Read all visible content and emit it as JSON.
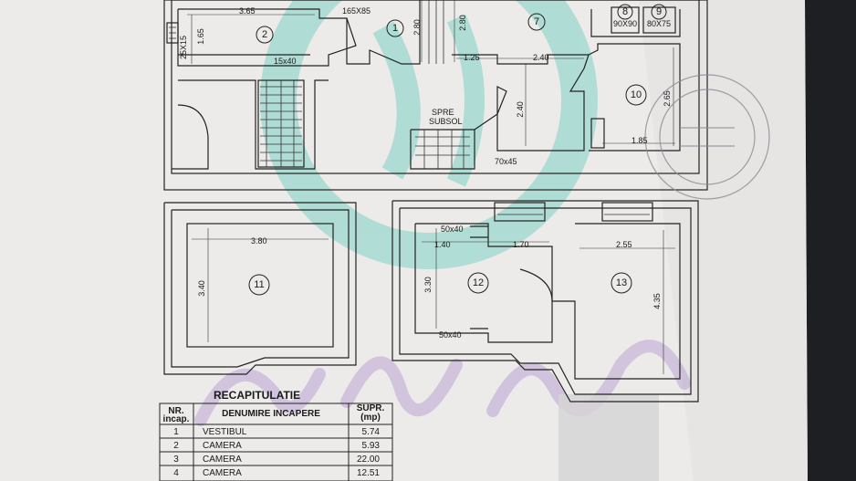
{
  "rooms": [
    {
      "number": "1"
    },
    {
      "number": "2"
    },
    {
      "number": "7"
    },
    {
      "number": "8"
    },
    {
      "number": "9"
    },
    {
      "number": "10"
    },
    {
      "number": "11"
    },
    {
      "number": "12"
    },
    {
      "number": "13"
    }
  ],
  "dimensions": {
    "d_365": "3.65",
    "d_165x85": "165X85",
    "d_280a": "2.80",
    "d_280b": "2.80",
    "d_165": "1.65",
    "d_25x15": "25X15",
    "d_15x40": "15x40",
    "d_125": "1.25",
    "d_240a": "2.40",
    "d_240b": "2.40",
    "d_90x90": "90X90",
    "d_80x75": "80X75",
    "d_265": "2.65",
    "d_185": "1.85",
    "d_70x45": "70x45",
    "d_380": "3.80",
    "d_340": "3.40",
    "d_50x40a": "50x40",
    "d_140": "1.40",
    "d_170": "1.70",
    "d_330": "3.30",
    "d_50x40b": "50x40",
    "d_255": "2.55",
    "d_435": "4.35"
  },
  "annotations": {
    "stairs_down_1": "SPRE",
    "stairs_down_2": "SUBSOL"
  },
  "table": {
    "title": "RECAPITULATIE",
    "headers": {
      "nr_1": "NR.",
      "nr_2": "incap.",
      "name": "DENUMIRE INCAPERE",
      "area_1": "SUPR.",
      "area_2": "(mp)"
    },
    "rows": [
      {
        "nr": "1",
        "name": "VESTIBUL",
        "area": "5.74"
      },
      {
        "nr": "2",
        "name": "CAMERA",
        "area": "5.93"
      },
      {
        "nr": "3",
        "name": "CAMERA",
        "area": "22.00"
      },
      {
        "nr": "4",
        "name": "CAMERA",
        "area": "12.51"
      }
    ]
  }
}
